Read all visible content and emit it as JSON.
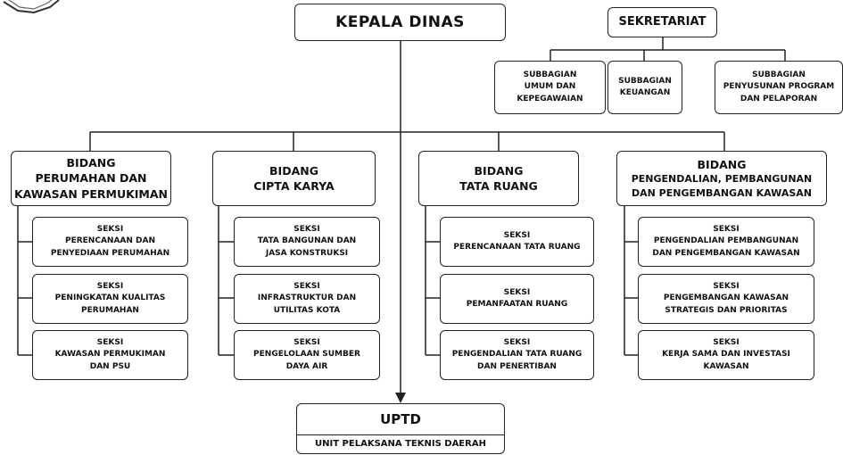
{
  "head": "KEPALA DINAS",
  "sekretariat": {
    "title": "SEKRETARIAT",
    "subbagian": [
      [
        "SUBBAGIAN",
        "UMUM DAN",
        "KEPEGAWAIAN"
      ],
      [
        "SUBBAGIAN",
        "KEUANGAN"
      ],
      [
        "SUBBAGIAN",
        "PENYUSUNAN PROGRAM",
        "DAN PELAPORAN"
      ]
    ]
  },
  "bidang": [
    {
      "title": [
        "BIDANG",
        "PERUMAHAN DAN",
        "KAWASAN PERMUKIMAN"
      ],
      "seksi": [
        [
          "SEKSI",
          "PERENCANAAN DAN",
          "PENYEDIAAN PERUMAHAN"
        ],
        [
          "SEKSI",
          "PENINGKATAN KUALITAS",
          "PERUMAHAN"
        ],
        [
          "SEKSI",
          "KAWASAN PERMUKIMAN",
          "DAN PSU"
        ]
      ]
    },
    {
      "title": [
        "BIDANG",
        "CIPTA KARYA"
      ],
      "seksi": [
        [
          "SEKSI",
          "TATA BANGUNAN DAN",
          "JASA KONSTRUKSI"
        ],
        [
          "SEKSI",
          "INFRASTRUKTUR DAN",
          "UTILITAS KOTA"
        ],
        [
          "SEKSI",
          "PENGELOLAAN SUMBER",
          "DAYA AIR"
        ]
      ]
    },
    {
      "title": [
        "BIDANG",
        "TATA RUANG"
      ],
      "seksi": [
        [
          "SEKSI",
          "PERENCANAAN TATA RUANG"
        ],
        [
          "SEKSI",
          "PEMANFAATAN RUANG"
        ],
        [
          "SEKSI",
          "PENGENDALIAN TATA RUANG",
          "DAN PENERTIBAN"
        ]
      ]
    },
    {
      "title": [
        "BIDANG",
        "PENGENDALIAN, PEMBANGUNAN",
        "DAN PENGEMBANGAN KAWASAN"
      ],
      "seksi": [
        [
          "SEKSI",
          "PENGENDALIAN PEMBANGUNAN",
          "DAN PENGEMBANGAN KAWASAN"
        ],
        [
          "SEKSI",
          "PENGEMBANGAN KAWASAN",
          "STRATEGIS DAN PRIORITAS"
        ],
        [
          "SEKSI",
          "KERJA SAMA DAN INVESTASI",
          "KAWASAN"
        ]
      ]
    }
  ],
  "uptd": {
    "title": "UPTD",
    "subtitle": "UNIT PELAKSANA TEKNIS DAERAH"
  }
}
